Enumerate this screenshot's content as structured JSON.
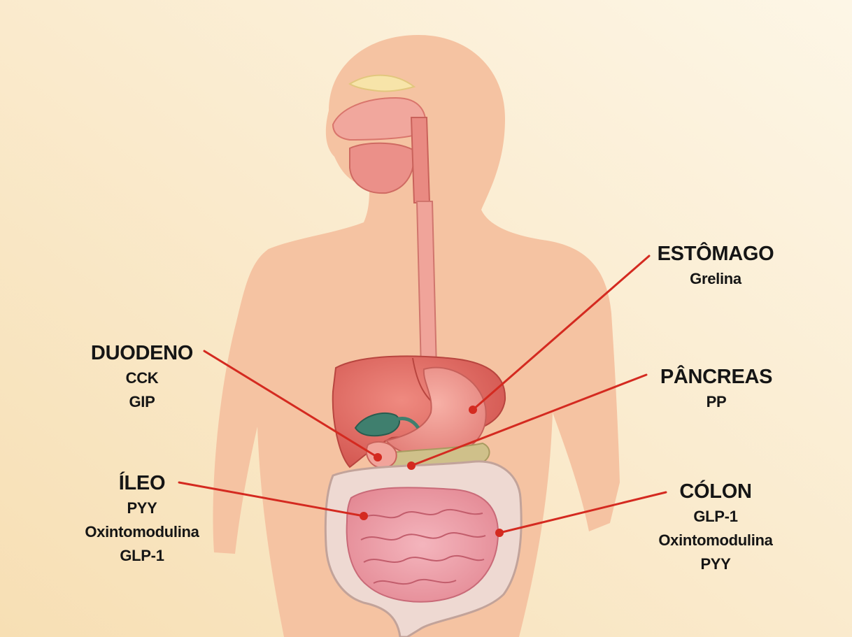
{
  "colors": {
    "background_light": "#fdf5e4",
    "background_warm": "#f7dfb5",
    "body_silhouette": "#f5c3a2",
    "leader_line": "#d42a20",
    "label_text": "#151515"
  },
  "labels": {
    "estomago": {
      "title": "ESTÔMAGO",
      "hormones": [
        "Grelina"
      ]
    },
    "duodeno": {
      "title": "DUODENO",
      "hormones": [
        "CCK",
        "GIP"
      ]
    },
    "pancreas": {
      "title": "PÂNCREAS",
      "hormones": [
        "PP"
      ]
    },
    "ileo": {
      "title": "ÍLEO",
      "hormones": [
        "PYY",
        "Oxintomodulina",
        "GLP-1"
      ]
    },
    "colon": {
      "title": "CÓLON",
      "hormones": [
        "GLP-1",
        "Oxintomodulina",
        "PYY"
      ]
    }
  }
}
